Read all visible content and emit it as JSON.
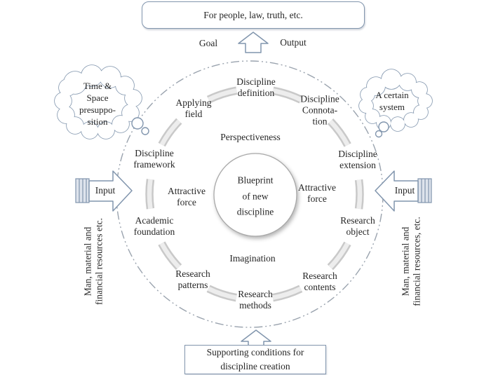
{
  "colors": {
    "outline_blue_gray": "#8195ad",
    "dash_circle_gray": "#9aa3ae",
    "segment_gray": "#d9d9d9",
    "text": "#262626"
  },
  "top": {
    "box_label": "For people, law,  truth, etc.",
    "goal_label": "Goal",
    "output_label": "Output"
  },
  "clouds": {
    "left_label": "Time &\nSpace\npresuppo-\nsition",
    "right_label": "A certain\nsystem"
  },
  "inputs": {
    "left_label": "Input",
    "right_label": "Input",
    "left_note": "Man, material and\nfinancial resources etc.",
    "right_note": "Man, material and\nfinancial resources, etc."
  },
  "ring": {
    "outer_labels": [
      "Discipline\ndefinition",
      "Discipline\nConnota-\ntion",
      "Discipline\nextension",
      "Research\nobject",
      "Research\ncontents",
      "Research\nmethods",
      "Research\npatterns",
      "Academic\nfoundation",
      "Discipline\nframework",
      "Applying\nfield"
    ],
    "inner_labels": {
      "top": "Perspectiveness",
      "left": "Attractive\nforce",
      "right": "Attractive\nforce",
      "bottom": "Imagination"
    }
  },
  "center": {
    "label": "Blueprint\nof new\ndiscipline"
  },
  "bottom": {
    "box_label": "Supporting conditions for\ndiscipline creation"
  }
}
